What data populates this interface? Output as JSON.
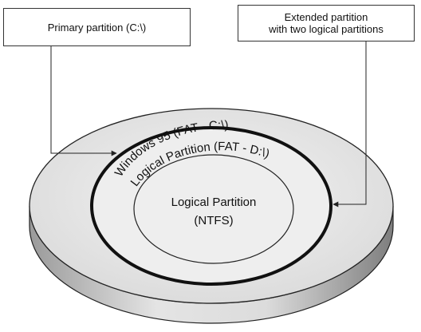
{
  "callouts": {
    "primary": "Primary partition (C:\\)",
    "extended_line1": "Extended partition",
    "extended_line2": "with two logical partitions"
  },
  "disk": {
    "outer_ring_label": "Windows 95 (FAT - C:\\)",
    "middle_ring_label": "Logical Partition (FAT - D:\\)",
    "center_label_line1": "Logical Partition",
    "center_label_line2": "(NTFS)"
  },
  "colors": {
    "outline": "#222222",
    "disk_top": "#ececec",
    "disk_side_dark": "#8a8a8a",
    "disk_side_light": "#e0e0e0"
  }
}
